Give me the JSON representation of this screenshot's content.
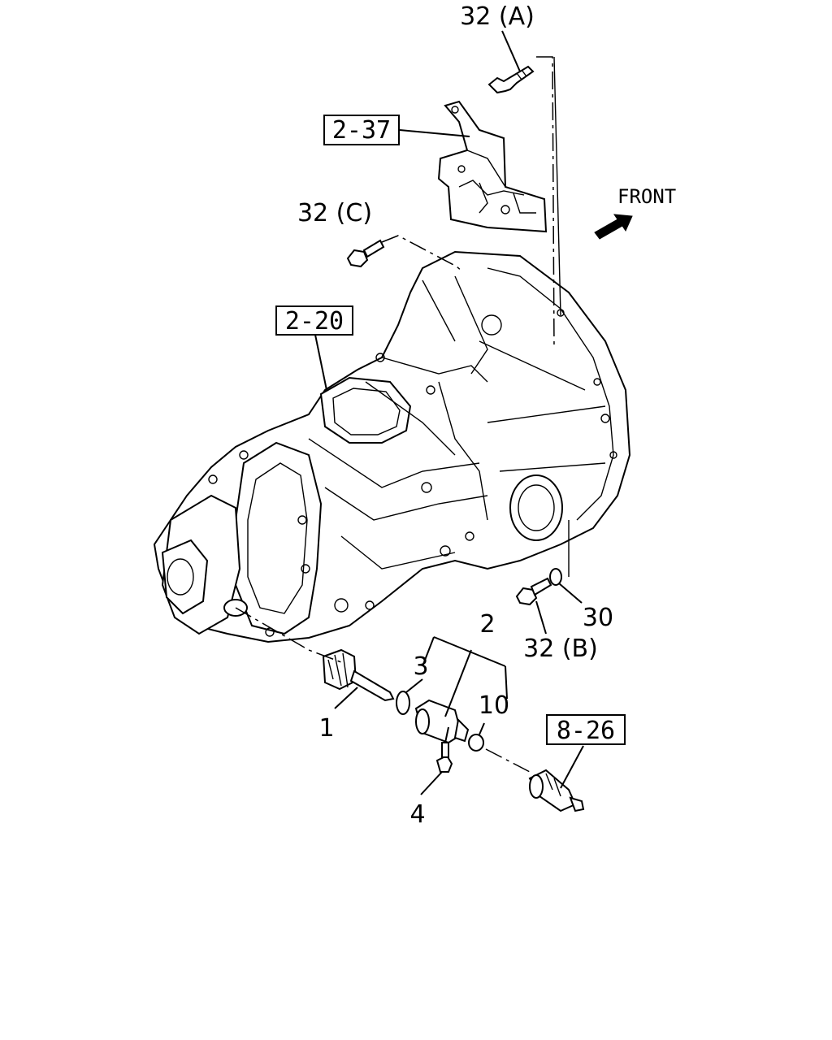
{
  "orientation": {
    "label": "FRONT"
  },
  "assemblies": [
    {
      "id": "2-37"
    },
    {
      "id": "2-20"
    },
    {
      "id": "8-26"
    }
  ],
  "callouts": [
    {
      "id": "32a",
      "text": "32 (A)"
    },
    {
      "id": "32c",
      "text": "32 (C)"
    },
    {
      "id": "32b",
      "text": "32 (B)"
    },
    {
      "id": "30",
      "text": "30"
    },
    {
      "id": "2",
      "text": "2"
    },
    {
      "id": "3",
      "text": "3"
    },
    {
      "id": "10",
      "text": "10"
    },
    {
      "id": "1",
      "text": "1"
    },
    {
      "id": "4",
      "text": "4"
    }
  ]
}
